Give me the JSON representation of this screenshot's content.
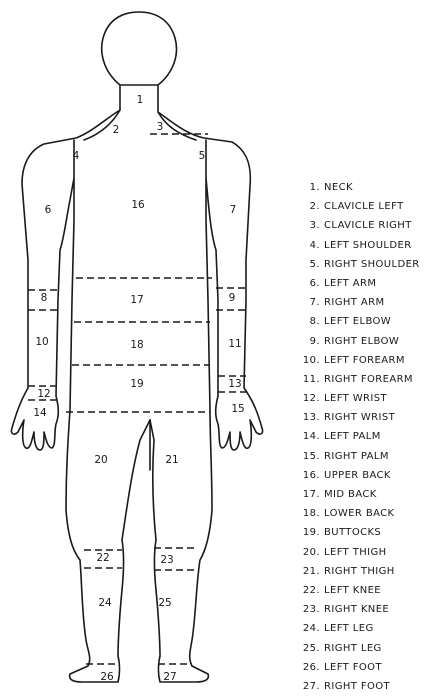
{
  "regions": [
    {
      "id": "1",
      "name": "NECK"
    },
    {
      "id": "2",
      "name": "CLAVICLE LEFT"
    },
    {
      "id": "3",
      "name": "CLAVICLE RIGHT"
    },
    {
      "id": "4",
      "name": "LEFT SHOULDER"
    },
    {
      "id": "5",
      "name": "RIGHT SHOULDER"
    },
    {
      "id": "6",
      "name": "LEFT ARM"
    },
    {
      "id": "7",
      "name": "RIGHT ARM"
    },
    {
      "id": "8",
      "name": "LEFT ELBOW"
    },
    {
      "id": "9",
      "name": "RIGHT ELBOW"
    },
    {
      "id": "10",
      "name": "LEFT FOREARM"
    },
    {
      "id": "11",
      "name": "RIGHT FOREARM"
    },
    {
      "id": "12",
      "name": "LEFT WRIST"
    },
    {
      "id": "13",
      "name": "RIGHT WRIST"
    },
    {
      "id": "14",
      "name": "LEFT PALM"
    },
    {
      "id": "15",
      "name": "RIGHT PALM"
    },
    {
      "id": "16",
      "name": "UPPER BACK"
    },
    {
      "id": "17",
      "name": "MID BACK"
    },
    {
      "id": "18",
      "name": "LOWER BACK"
    },
    {
      "id": "19",
      "name": "BUTTOCKS"
    },
    {
      "id": "20",
      "name": "LEFT THIGH"
    },
    {
      "id": "21",
      "name": "RIGHT THIGH"
    },
    {
      "id": "22",
      "name": "LEFT KNEE"
    },
    {
      "id": "23",
      "name": "RIGHT KNEE"
    },
    {
      "id": "24",
      "name": "LEFT LEG"
    },
    {
      "id": "25",
      "name": "RIGHT LEG"
    },
    {
      "id": "26",
      "name": "LEFT FOOT"
    },
    {
      "id": "27",
      "name": "RIGHT FOOT"
    }
  ]
}
